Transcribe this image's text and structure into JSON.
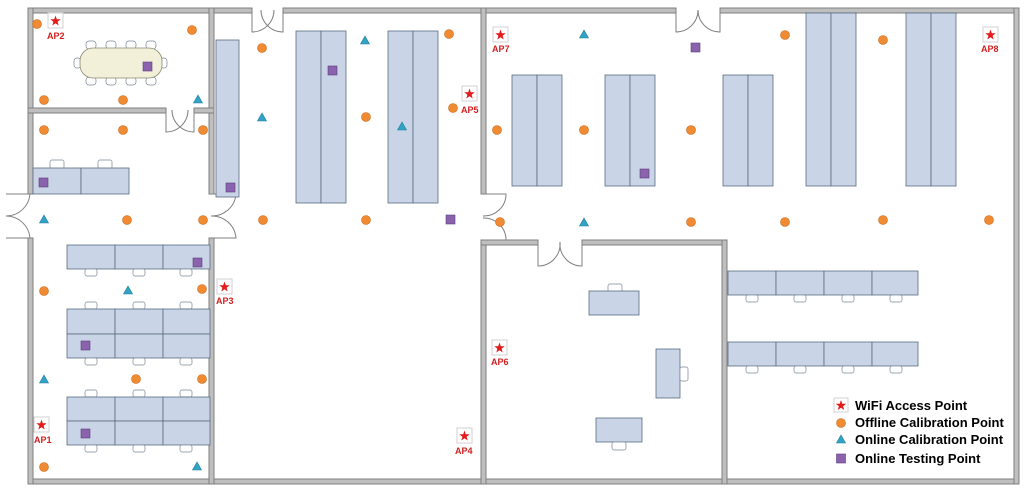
{
  "legend": {
    "wifi_ap": "WiFi Access Point",
    "offline_cal": "Offline Calibration Point",
    "online_cal": "Online Calibration Point",
    "online_test": "Online Testing Point"
  },
  "access_points": [
    {
      "label": "AP1"
    },
    {
      "label": "AP2"
    },
    {
      "label": "AP3"
    },
    {
      "label": "AP4"
    },
    {
      "label": "AP5"
    },
    {
      "label": "AP6"
    },
    {
      "label": "AP7"
    },
    {
      "label": "AP8"
    }
  ],
  "colors": {
    "wifi_ap": "#e31b1b",
    "offline_cal": "#f08a33",
    "online_cal": "#31a3c4",
    "online_test": "#8a62ad",
    "furniture": "#c9d5e6",
    "wall": "#bfbfbf"
  }
}
